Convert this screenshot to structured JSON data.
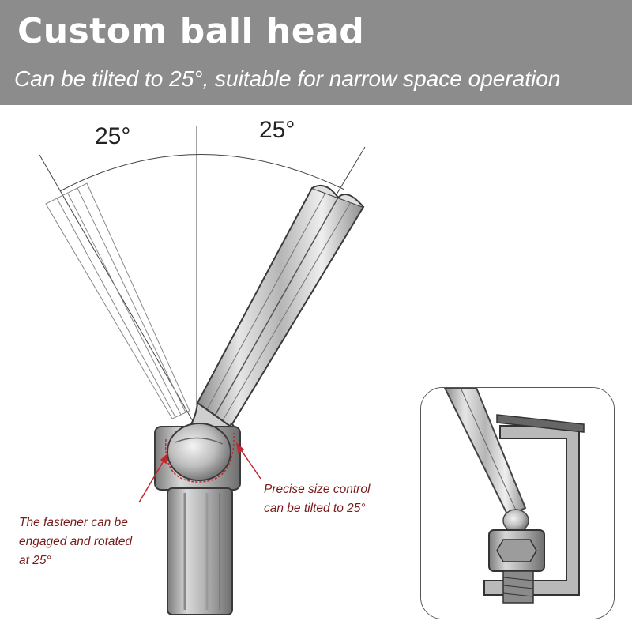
{
  "banner": {
    "title": "Custom ball head",
    "subtitle": "Can be tilted to 25°, suitable for narrow space operation"
  },
  "diagram": {
    "angle_left": "25°",
    "angle_right": "25°",
    "callout_left": {
      "line1": "The fastener can be",
      "line2": "engaged and rotated",
      "line3": "at 25°"
    },
    "callout_right": {
      "line1": "Precise size control",
      "line2": "can be tilted to 25°"
    }
  },
  "colors": {
    "banner": "#8c8c8c",
    "callout_text": "#7a1a1a",
    "callout_line": "#c0282d"
  }
}
